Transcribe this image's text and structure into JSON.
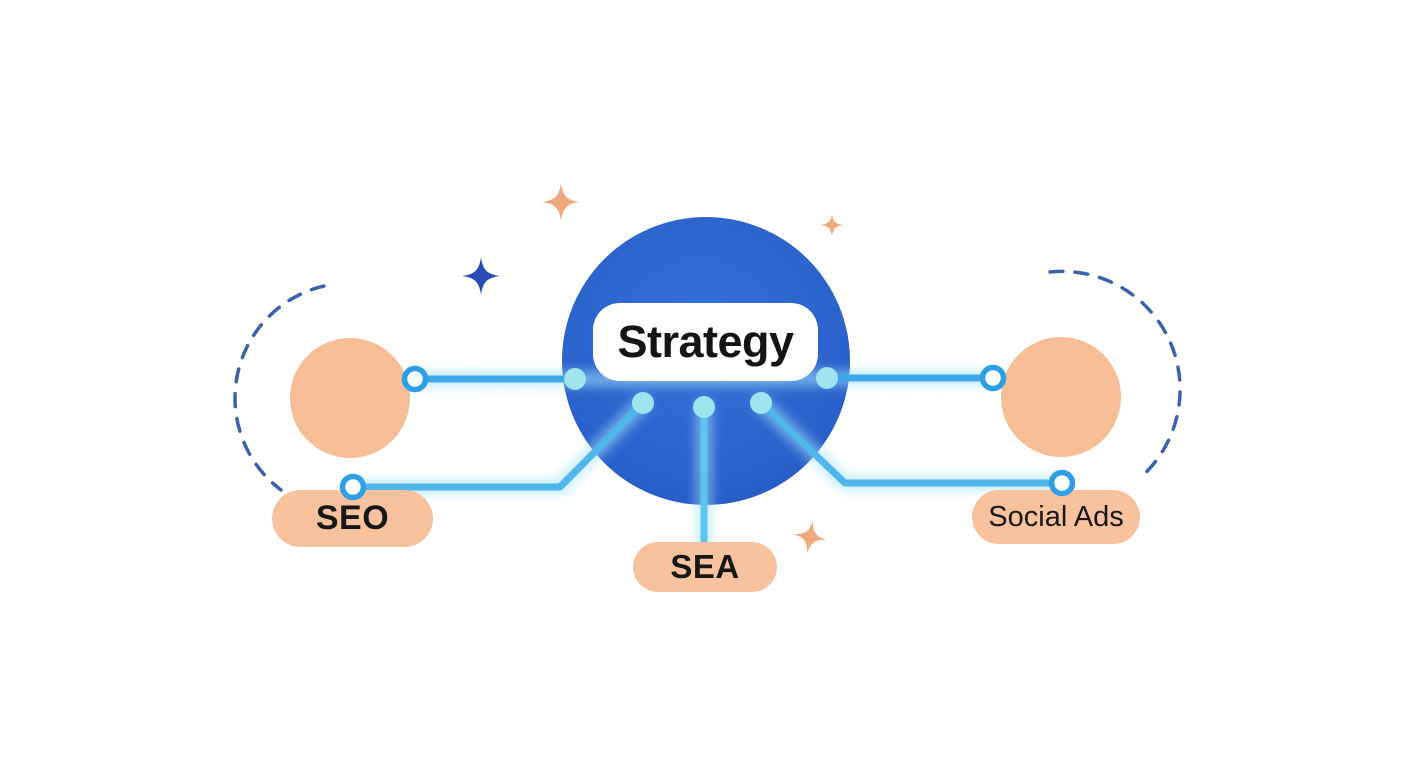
{
  "diagram": {
    "type": "marketing-strategy-diagram",
    "hub": {
      "label": "Strategy"
    },
    "nodes": [
      {
        "id": "seo",
        "label": "SEO",
        "position": "left"
      },
      {
        "id": "sea",
        "label": "SEA",
        "position": "bottom-center"
      },
      {
        "id": "social-ads",
        "label": "Social Ads",
        "position": "right"
      }
    ],
    "decorations": [
      "sparkle-peach-top",
      "sparkle-blue-left",
      "sparkle-peach-small-right",
      "sparkle-peach-bottom"
    ],
    "colors": {
      "background": "#FFFFFF",
      "hub_fill": "#2C63CD",
      "hub_label_bg": "#FFFFFF",
      "node_circle_fill": "#F6BD96",
      "pill_fill": "#F8C29E",
      "connector": "#3BA7E8",
      "connector_glow": "#9FE0F8",
      "port_dot": "#9EE3EE",
      "ring_stroke": "#2E9FE4",
      "dashed_arc": "#3B62AB",
      "sparkle_peach": "#F0A87D",
      "sparkle_blue": "#2B4AB4",
      "text": "#171717"
    }
  }
}
